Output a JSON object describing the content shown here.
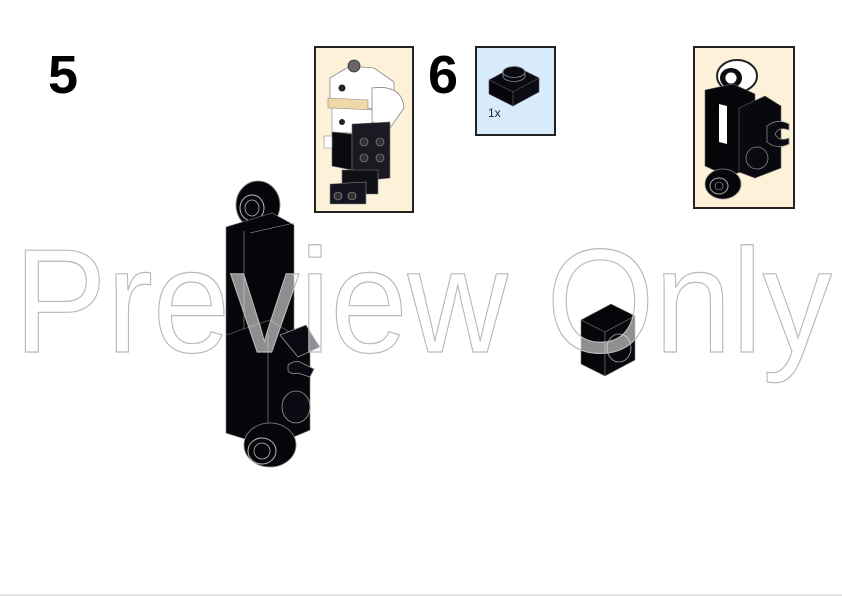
{
  "page": {
    "background": "#ffffff",
    "watermark": "Preview Only"
  },
  "steps": [
    {
      "number": "5",
      "submodel_callout": {
        "background": "#fdf2d9",
        "content": "sub-assembly-figure-head-and-body"
      },
      "main_model": "vertical-black-limb-assembly"
    },
    {
      "number": "6",
      "parts_list": {
        "background": "#d8ebfb",
        "items": [
          {
            "part": "black-plate-1x1",
            "quantity": "1x"
          }
        ]
      },
      "submodel_callout": {
        "background": "#fdf2d9",
        "content": "sub-assembly-black-arm-with-white-stripe"
      },
      "main_model": "black-plate-with-stud-side"
    }
  ]
}
